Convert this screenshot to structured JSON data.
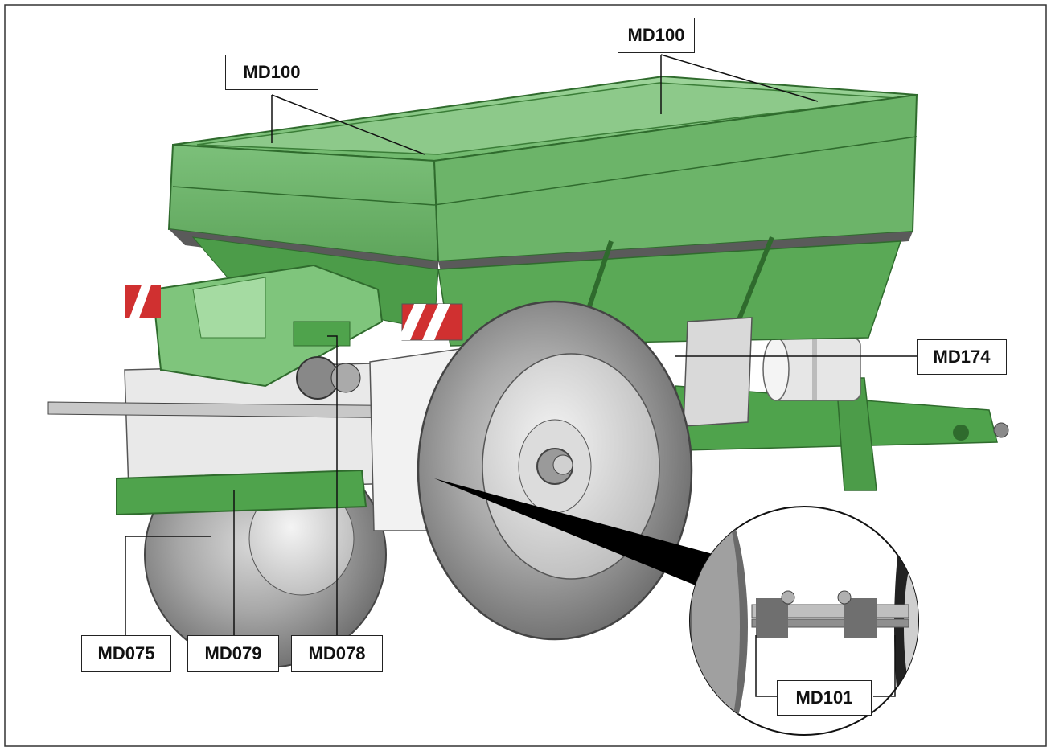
{
  "labels": {
    "md100_top": "MD100",
    "md100_left": "MD100",
    "md174": "MD174",
    "md075": "MD075",
    "md079": "MD079",
    "md078": "MD078",
    "md101": "MD101"
  },
  "colors": {
    "machine_green": "#4fa34c",
    "hopper_green": "#7cc07a",
    "tire_gray": "#8f8f8f",
    "hazard_red": "#d03030"
  }
}
